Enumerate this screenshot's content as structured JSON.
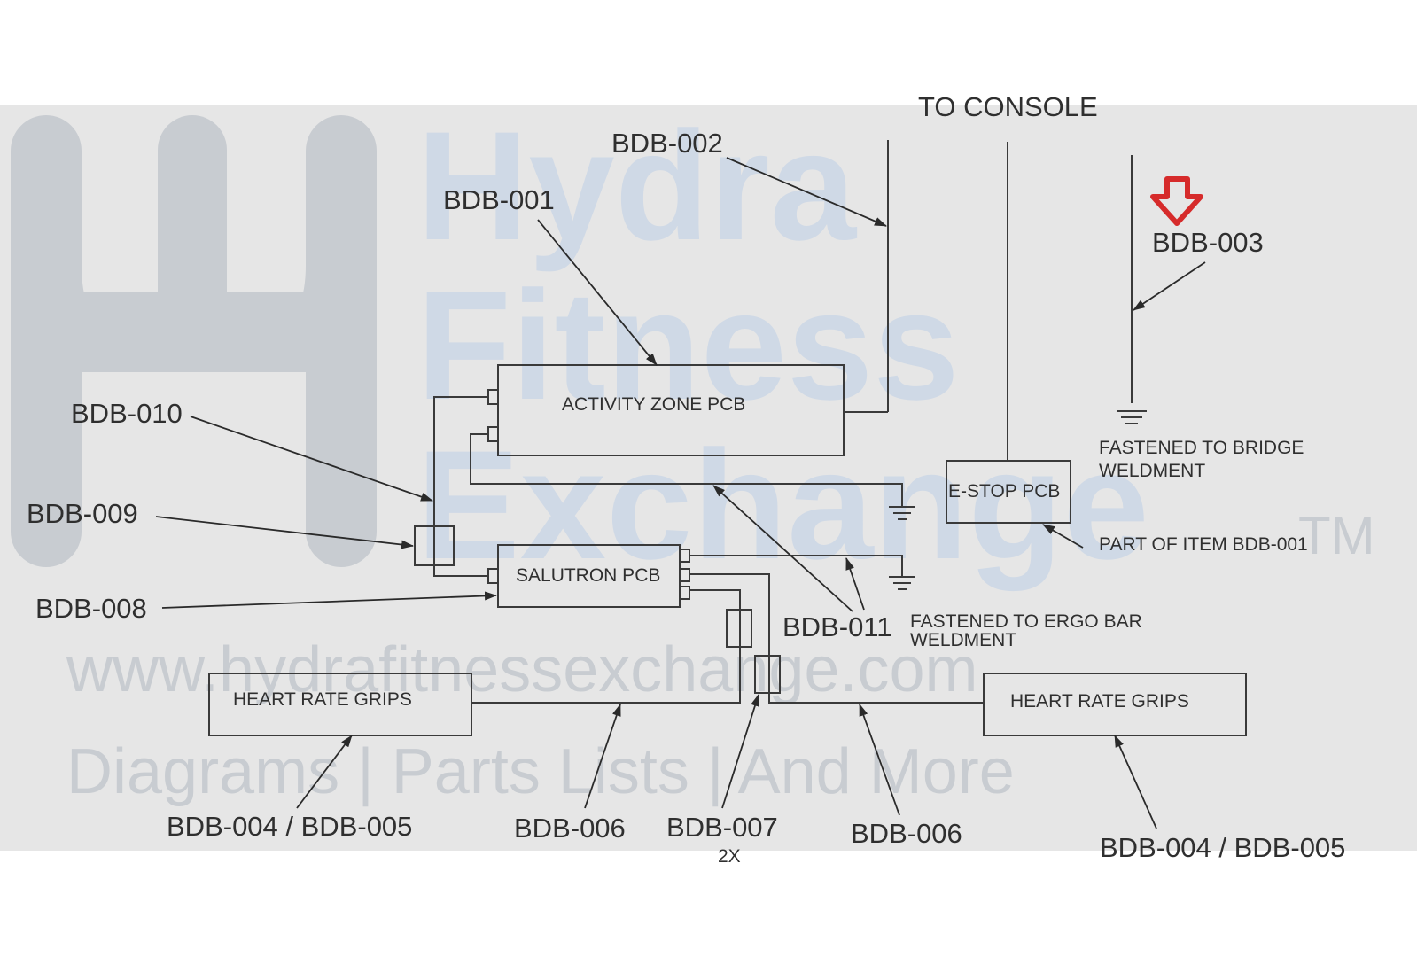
{
  "colors": {
    "panel": "#e6e6e6",
    "line": "#3a3a3a",
    "highlight_arrow": "#d62b2b",
    "watermark_gray": "#c8ccd1",
    "watermark_blue": "#cfd9e6"
  },
  "watermark": {
    "brand_line1": "Hydra",
    "brand_line2": "Fitness",
    "brand_line3": "Exchange",
    "trademark": "TM",
    "url": "www.hydrafitnessexchange.com",
    "tagline": "Diagrams | Parts Lists | And More"
  },
  "boxes": {
    "activity_zone": "ACTIVITY ZONE PCB",
    "salutron": "SALUTRON PCB",
    "estop": "E-STOP PCB",
    "hr_grips_left": "HEART RATE GRIPS",
    "hr_grips_right": "HEART RATE GRIPS"
  },
  "labels": {
    "to_console": "TO CONSOLE",
    "bdb_001": "BDB-001",
    "bdb_002": "BDB-002",
    "bdb_003": "BDB-003",
    "bdb_004_005_left": "BDB-004 / BDB-005",
    "bdb_004_005_right": "BDB-004 / BDB-005",
    "bdb_006_left": "BDB-006",
    "bdb_006_right": "BDB-006",
    "bdb_007": "BDB-007",
    "bdb_007_qty": "2X",
    "bdb_008": "BDB-008",
    "bdb_009": "BDB-009",
    "bdb_010": "BDB-010",
    "bdb_011": "BDB-011"
  },
  "notes": {
    "bridge_line1": "FASTENED TO BRIDGE",
    "bridge_line2": "WELDMENT",
    "part_of": "PART OF ITEM BDB-001",
    "ergo_line1": "FASTENED TO ERGO BAR",
    "ergo_line2": "WELDMENT"
  },
  "icons": {
    "highlight": "red-down-arrow-icon",
    "ground": "ground-symbol-icon"
  }
}
